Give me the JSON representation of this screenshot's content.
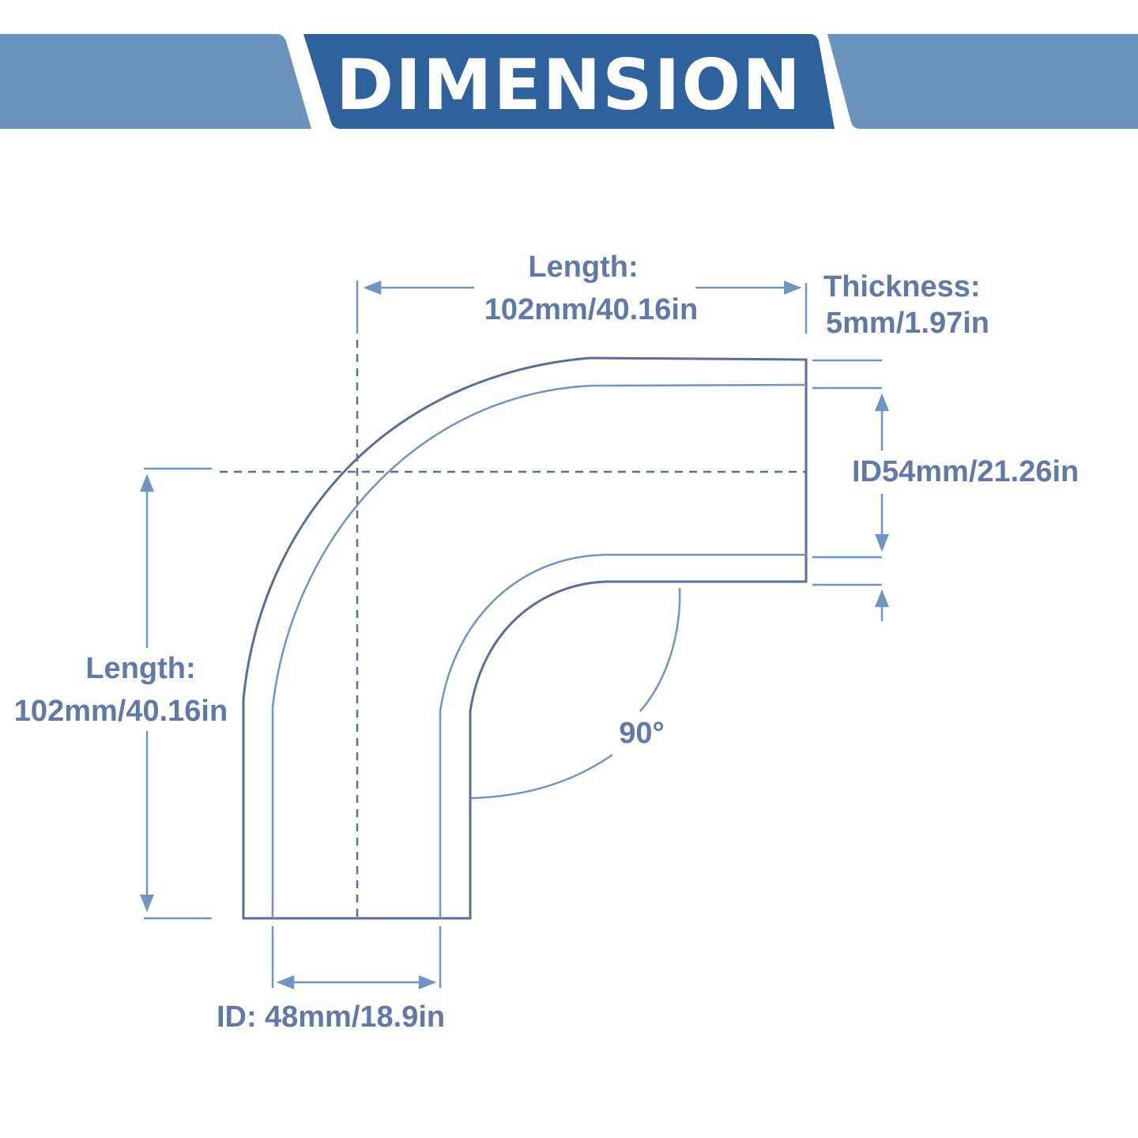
{
  "banner": {
    "title": "DIMENSION",
    "center_color": "#2e629d",
    "side_color": "#6c93bd"
  },
  "colors": {
    "outline": "#5a6e9b",
    "dimension_line": "#6f95c4",
    "text": "#6079a7"
  },
  "dimensions": {
    "top_length_label": "Length:",
    "top_length_value": "102mm/40.16in",
    "thickness_label": "Thickness:",
    "thickness_value": "5mm/1.97in",
    "right_id": "ID54mm/21.26in",
    "left_length_label": "Length:",
    "left_length_value": "102mm/40.16in",
    "angle": "90°",
    "bottom_id_label": "ID:",
    "bottom_id_value": "48mm/18.9in"
  }
}
